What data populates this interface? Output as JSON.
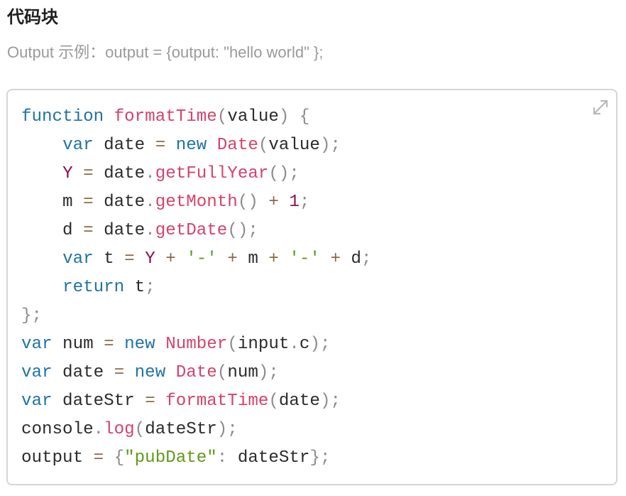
{
  "section": {
    "title": "代码块",
    "subtitle": "Output 示例：output = {output: \"hello world\" };"
  },
  "code_block": {
    "expand_icon": "expand-icon",
    "lines": [
      [
        [
          "kw",
          "function"
        ],
        [
          "tx",
          " "
        ],
        [
          "fn",
          "formatTime"
        ],
        [
          "pn",
          "("
        ],
        [
          "tx",
          "value"
        ],
        [
          "pn",
          ")"
        ],
        [
          "tx",
          " "
        ],
        [
          "pn",
          "{"
        ]
      ],
      [
        [
          "tx",
          "    "
        ],
        [
          "kw",
          "var"
        ],
        [
          "tx",
          " date "
        ],
        [
          "op",
          "="
        ],
        [
          "tx",
          " "
        ],
        [
          "kw",
          "new"
        ],
        [
          "tx",
          " "
        ],
        [
          "fn",
          "Date"
        ],
        [
          "pn",
          "("
        ],
        [
          "tx",
          "value"
        ],
        [
          "pn",
          ")"
        ],
        [
          "pn",
          ";"
        ]
      ],
      [
        [
          "tx",
          "    "
        ],
        [
          "vr",
          "Y"
        ],
        [
          "tx",
          " "
        ],
        [
          "op",
          "="
        ],
        [
          "tx",
          " date"
        ],
        [
          "pn",
          "."
        ],
        [
          "fn",
          "getFullYear"
        ],
        [
          "pn",
          "()"
        ],
        [
          "pn",
          ";"
        ]
      ],
      [
        [
          "tx",
          "    m "
        ],
        [
          "op",
          "="
        ],
        [
          "tx",
          " date"
        ],
        [
          "pn",
          "."
        ],
        [
          "fn",
          "getMonth"
        ],
        [
          "pn",
          "()"
        ],
        [
          "tx",
          " "
        ],
        [
          "op",
          "+"
        ],
        [
          "tx",
          " "
        ],
        [
          "nm",
          "1"
        ],
        [
          "pn",
          ";"
        ]
      ],
      [
        [
          "tx",
          "    d "
        ],
        [
          "op",
          "="
        ],
        [
          "tx",
          " date"
        ],
        [
          "pn",
          "."
        ],
        [
          "fn",
          "getDate"
        ],
        [
          "pn",
          "()"
        ],
        [
          "pn",
          ";"
        ]
      ],
      [
        [
          "tx",
          "    "
        ],
        [
          "kw",
          "var"
        ],
        [
          "tx",
          " t "
        ],
        [
          "op",
          "="
        ],
        [
          "tx",
          " "
        ],
        [
          "vr",
          "Y"
        ],
        [
          "tx",
          " "
        ],
        [
          "op",
          "+"
        ],
        [
          "tx",
          " "
        ],
        [
          "st",
          "'-'"
        ],
        [
          "tx",
          " "
        ],
        [
          "op",
          "+"
        ],
        [
          "tx",
          " m "
        ],
        [
          "op",
          "+"
        ],
        [
          "tx",
          " "
        ],
        [
          "st",
          "'-'"
        ],
        [
          "tx",
          " "
        ],
        [
          "op",
          "+"
        ],
        [
          "tx",
          " d"
        ],
        [
          "pn",
          ";"
        ]
      ],
      [
        [
          "tx",
          "    "
        ],
        [
          "kw",
          "return"
        ],
        [
          "tx",
          " t"
        ],
        [
          "pn",
          ";"
        ]
      ],
      [
        [
          "pn",
          "};"
        ]
      ],
      [
        [
          "kw",
          "var"
        ],
        [
          "tx",
          " num "
        ],
        [
          "op",
          "="
        ],
        [
          "tx",
          " "
        ],
        [
          "kw",
          "new"
        ],
        [
          "tx",
          " "
        ],
        [
          "fn",
          "Number"
        ],
        [
          "pn",
          "("
        ],
        [
          "tx",
          "input"
        ],
        [
          "pn",
          "."
        ],
        [
          "tx",
          "c"
        ],
        [
          "pn",
          ")"
        ],
        [
          "pn",
          ";"
        ]
      ],
      [
        [
          "kw",
          "var"
        ],
        [
          "tx",
          " date "
        ],
        [
          "op",
          "="
        ],
        [
          "tx",
          " "
        ],
        [
          "kw",
          "new"
        ],
        [
          "tx",
          " "
        ],
        [
          "fn",
          "Date"
        ],
        [
          "pn",
          "("
        ],
        [
          "tx",
          "num"
        ],
        [
          "pn",
          ")"
        ],
        [
          "pn",
          ";"
        ]
      ],
      [
        [
          "kw",
          "var"
        ],
        [
          "tx",
          " dateStr "
        ],
        [
          "op",
          "="
        ],
        [
          "tx",
          " "
        ],
        [
          "fn",
          "formatTime"
        ],
        [
          "pn",
          "("
        ],
        [
          "tx",
          "date"
        ],
        [
          "pn",
          ")"
        ],
        [
          "pn",
          ";"
        ]
      ],
      [
        [
          "tx",
          "console"
        ],
        [
          "pn",
          "."
        ],
        [
          "fn",
          "log"
        ],
        [
          "pn",
          "("
        ],
        [
          "tx",
          "dateStr"
        ],
        [
          "pn",
          ")"
        ],
        [
          "pn",
          ";"
        ]
      ],
      [
        [
          "tx",
          "output "
        ],
        [
          "op",
          "="
        ],
        [
          "tx",
          " "
        ],
        [
          "pn",
          "{"
        ],
        [
          "st",
          "\"pubDate\""
        ],
        [
          "pn",
          ":"
        ],
        [
          "tx",
          " dateStr"
        ],
        [
          "pn",
          "}"
        ],
        [
          "pn",
          ";"
        ]
      ]
    ]
  }
}
